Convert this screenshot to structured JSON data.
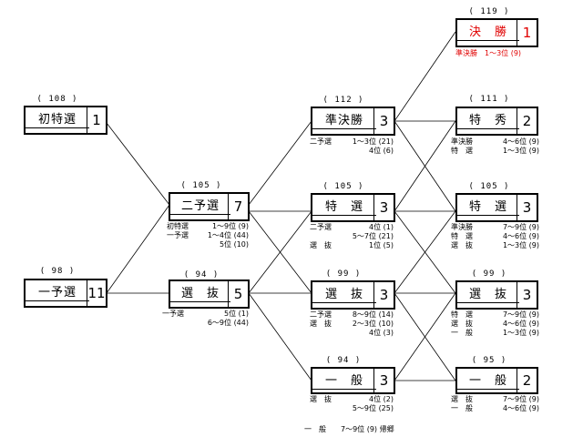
{
  "races": {
    "r119": {
      "capacity": "( 119 )",
      "name": "決　勝",
      "rank": "1",
      "color": "#e00000"
    },
    "r108": {
      "capacity": "( 108 )",
      "name": "初特選",
      "rank": "1"
    },
    "r98": {
      "capacity": "( 98 )",
      "name": "一予選",
      "rank": "11"
    },
    "r112": {
      "capacity": "( 112 )",
      "name": "準決勝",
      "rank": "3"
    },
    "r111": {
      "capacity": "( 111 )",
      "name": "特　秀",
      "rank": "2"
    },
    "r105a": {
      "capacity": "( 105 )",
      "name": "二予選",
      "rank": "7"
    },
    "r105b": {
      "capacity": "( 105 )",
      "name": "特　選",
      "rank": "3"
    },
    "r105c": {
      "capacity": "( 105 )",
      "name": "特　選",
      "rank": "3"
    },
    "r94a": {
      "capacity": "( 94 )",
      "name": "選　抜",
      "rank": "5"
    },
    "r99a": {
      "capacity": "( 99 )",
      "name": "選　抜",
      "rank": "3"
    },
    "r99b": {
      "capacity": "( 99 )",
      "name": "選　抜",
      "rank": "3"
    },
    "r94b": {
      "capacity": "( 94 )",
      "name": "一　般",
      "rank": "3"
    },
    "r95": {
      "capacity": "( 95 )",
      "name": "一　般",
      "rank": "2"
    }
  },
  "notes": {
    "r119": [
      "準決勝　1～3位 (9)"
    ],
    "r105a": [
      [
        "初特選",
        "1～9位 (9)"
      ],
      [
        "一予選",
        "1～4位 (44)"
      ],
      [
        "",
        "5位 (10)"
      ]
    ],
    "r94a": [
      [
        "一予選",
        "5位 (1)"
      ],
      [
        "",
        "6～9位 (44)"
      ]
    ],
    "r112": [
      [
        "二予選",
        "1～3位 (21)"
      ],
      [
        "",
        "4位 (6)"
      ]
    ],
    "r105b": [
      [
        "二予選",
        "4位 (1)"
      ],
      [
        "",
        "5～7位 (21)"
      ],
      [
        "選　抜",
        "1位 (5)"
      ]
    ],
    "r99a": [
      [
        "二予選",
        "8～9位 (14)"
      ],
      [
        "選　抜",
        "2～3位 (10)"
      ],
      [
        "",
        "4位 (3)"
      ]
    ],
    "r94b": [
      [
        "選　抜",
        "4位 (2)"
      ],
      [
        "",
        "5～9位 (25)"
      ]
    ],
    "r111": [
      [
        "準決勝",
        "4～6位 (9)"
      ],
      [
        "特　選",
        "1～3位 (9)"
      ]
    ],
    "r105c": [
      [
        "準決勝",
        "7～9位 (9)"
      ],
      [
        "特　選",
        "4～6位 (9)"
      ],
      [
        "選　抜",
        "1～3位 (9)"
      ]
    ],
    "r99b": [
      [
        "特　選",
        "7～9位 (9)"
      ],
      [
        "選　抜",
        "4～6位 (9)"
      ],
      [
        "一　般",
        "1～3位 (9)"
      ]
    ],
    "r95": [
      [
        "選　抜",
        "7～9位 (9)"
      ],
      [
        "一　般",
        "4～6位 (9)"
      ]
    ]
  },
  "footer": "一　般　　7～9位 (9) 帰郷"
}
